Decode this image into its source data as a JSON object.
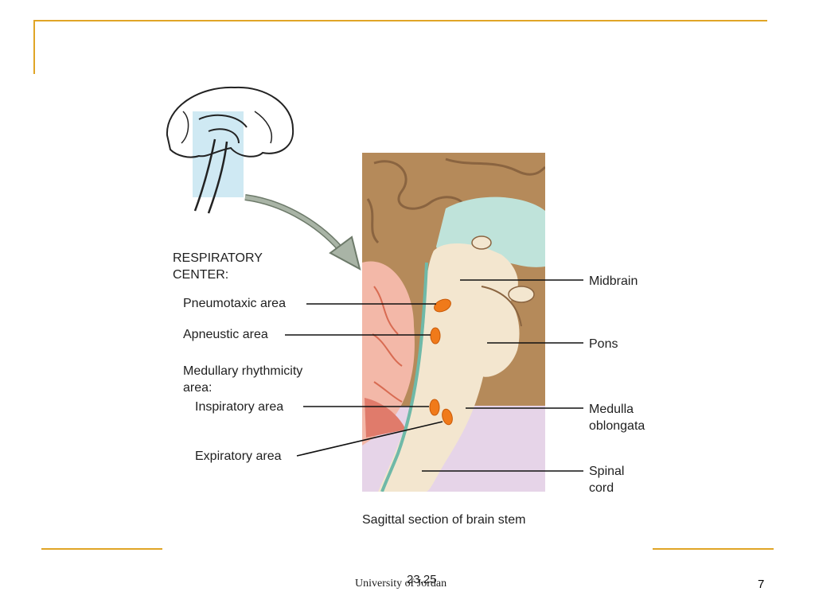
{
  "labels": {
    "respiratory_center": [
      "RESPIRATORY",
      "CENTER:"
    ],
    "pneumotaxic": "Pneumotaxic area",
    "apneustic": "Apneustic area",
    "medullary": [
      "Medullary rhythmicity",
      "area:"
    ],
    "inspiratory": "Inspiratory area",
    "expiratory": "Expiratory area",
    "midbrain": "Midbrain",
    "pons": "Pons",
    "medulla": [
      "Medulla",
      "oblongata"
    ],
    "spinal": [
      "Spinal",
      "cord"
    ]
  },
  "caption": "Sagittal section of brain stem",
  "footer": {
    "university": "University of Jordan",
    "date": "23.25",
    "page_number": "7"
  },
  "colors": {
    "accent_line": "#e0a526",
    "nucleus": "#f07a1a",
    "cerebrum": "#b58a5a",
    "brainstem": "#f3e6cf",
    "ventricle": "#bfe3da",
    "cerebellum": "#f3b8a8",
    "medulla_bg": "#e6d4e8"
  }
}
